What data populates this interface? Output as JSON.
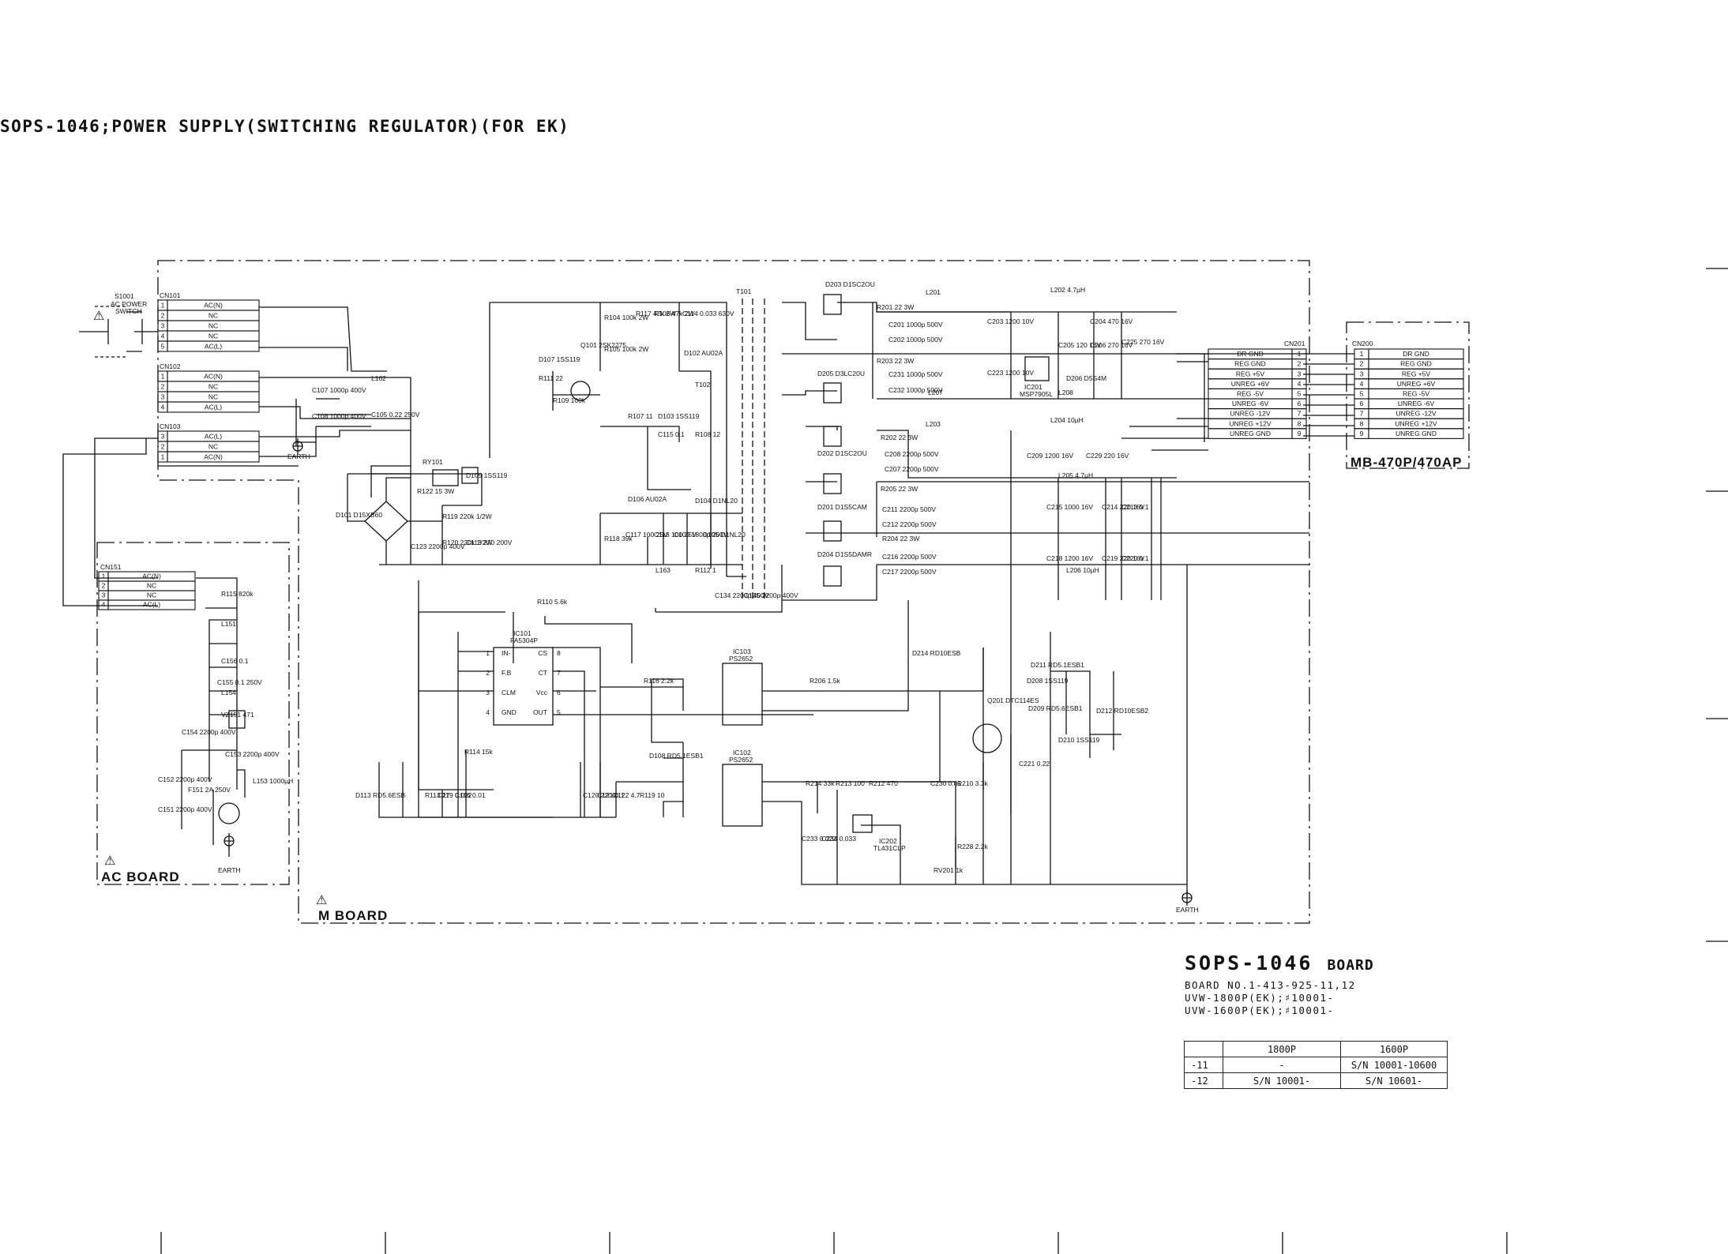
{
  "page": {
    "title": "SOPS-1046;POWER SUPPLY(SWITCHING REGULATOR)(FOR EK)"
  },
  "boards": {
    "m_board": "M BOARD",
    "ac_board": "AC BOARD",
    "mb_board": "MB-470P/470AP"
  },
  "switch": {
    "ref": "S1001",
    "line1": "AC POWER",
    "line2": "SWITCH"
  },
  "earth_label": "EARTH",
  "connectors": {
    "cn101": {
      "name": "CN101",
      "pins": [
        {
          "n": "1",
          "sig": "AC(N)"
        },
        {
          "n": "2",
          "sig": "NC"
        },
        {
          "n": "3",
          "sig": "NC"
        },
        {
          "n": "4",
          "sig": "NC"
        },
        {
          "n": "5",
          "sig": "AC(L)"
        }
      ]
    },
    "cn102": {
      "name": "CN102",
      "pins": [
        {
          "n": "1",
          "sig": "AC(N)"
        },
        {
          "n": "2",
          "sig": "NC"
        },
        {
          "n": "3",
          "sig": "NC"
        },
        {
          "n": "4",
          "sig": "AC(L)"
        }
      ]
    },
    "cn103": {
      "name": "CN103",
      "pins": [
        {
          "n": "3",
          "sig": "AC(L)"
        },
        {
          "n": "2",
          "sig": "NC"
        },
        {
          "n": "1",
          "sig": "AC(N)"
        }
      ]
    },
    "cn151": {
      "name": "CN151",
      "pins": [
        {
          "n": "1",
          "sig": "AC(N)"
        },
        {
          "n": "2",
          "sig": "NC"
        },
        {
          "n": "3",
          "sig": "NC"
        },
        {
          "n": "4",
          "sig": "AC(L)"
        }
      ]
    },
    "cn201": {
      "name": "CN201",
      "pins": [
        {
          "n": "1",
          "sig": "DR GND"
        },
        {
          "n": "2",
          "sig": "REG GND"
        },
        {
          "n": "3",
          "sig": "REG +5V"
        },
        {
          "n": "4",
          "sig": "UNREG +6V"
        },
        {
          "n": "5",
          "sig": "REG -5V"
        },
        {
          "n": "6",
          "sig": "UNREG -6V"
        },
        {
          "n": "7",
          "sig": "UNREG -12V"
        },
        {
          "n": "8",
          "sig": "UNREG +12V"
        },
        {
          "n": "9",
          "sig": "UNREG GND"
        }
      ]
    },
    "cn200": {
      "name": "CN200",
      "pins": [
        {
          "n": "1",
          "sig": "DR GND"
        },
        {
          "n": "2",
          "sig": "REG GND"
        },
        {
          "n": "3",
          "sig": "REG +5V"
        },
        {
          "n": "4",
          "sig": "UNREG +6V"
        },
        {
          "n": "5",
          "sig": "REG -5V"
        },
        {
          "n": "6",
          "sig": "UNREG -6V"
        },
        {
          "n": "7",
          "sig": "UNREG -12V"
        },
        {
          "n": "8",
          "sig": "UNREG +12V"
        },
        {
          "n": "9",
          "sig": "UNREG GND"
        }
      ]
    }
  },
  "ics": {
    "ic101": {
      "ref": "IC101",
      "part": "FA5304P",
      "left_pins": [
        {
          "n": "1",
          "sig": "IN-"
        },
        {
          "n": "2",
          "sig": "F.B"
        },
        {
          "n": "3",
          "sig": "CLM"
        },
        {
          "n": "4",
          "sig": "GND"
        }
      ],
      "right_pins": [
        {
          "n": "8",
          "sig": "CS"
        },
        {
          "n": "7",
          "sig": "CT"
        },
        {
          "n": "6",
          "sig": "Vcc"
        },
        {
          "n": "5",
          "sig": "OUT"
        }
      ]
    },
    "ic103": {
      "ref": "IC103",
      "part": "PS2652"
    },
    "ic102": {
      "ref": "IC102",
      "part": "PS2652"
    },
    "ic201": {
      "ref": "IC201",
      "part": "MSP7905L"
    },
    "ic202": {
      "ref": "IC202",
      "part": "TL431CLP"
    }
  },
  "components": [
    {
      "t": "L162"
    },
    {
      "t": "C107 1000p 400V"
    },
    {
      "t": "C108 1000p 400V"
    },
    {
      "t": "C105 0.22 250V"
    },
    {
      "t": "RY101"
    },
    {
      "t": "R122 15 3W"
    },
    {
      "t": "D109 1SS119"
    },
    {
      "t": "D101 D15XB60"
    },
    {
      "t": "C123 2200p 400V"
    },
    {
      "t": "R119 220k 1/2W"
    },
    {
      "t": "R120 220k 1/2W"
    },
    {
      "t": "C113 270 200V"
    },
    {
      "t": "D107 1SS119"
    },
    {
      "t": "R111 22"
    },
    {
      "t": "R109 100k"
    },
    {
      "t": "Q101 2SK2275"
    },
    {
      "t": "R104 100k 2W"
    },
    {
      "t": "R105 100k 2W"
    },
    {
      "t": "R117 47k 2W"
    },
    {
      "t": "R106 47k 2W"
    },
    {
      "t": "C114 0.033 630V"
    },
    {
      "t": "D102 AU02A"
    },
    {
      "t": "T101"
    },
    {
      "t": "T102"
    },
    {
      "t": "R107 11"
    },
    {
      "t": "D103 1SS119"
    },
    {
      "t": "C115 0.1"
    },
    {
      "t": "R108 12"
    },
    {
      "t": "D106 AU02A"
    },
    {
      "t": "D104 D1NL20"
    },
    {
      "t": "D105 D1NL20"
    },
    {
      "t": "R118 39k"
    },
    {
      "t": "C117 100 25V"
    },
    {
      "t": "C118 100 25V"
    },
    {
      "t": "C109 1800p 200V"
    },
    {
      "t": "L163"
    },
    {
      "t": "R112 1"
    },
    {
      "t": "R110 5.6k"
    },
    {
      "t": "C134 2200p 400V"
    },
    {
      "t": "C135 2200p 400V"
    },
    {
      "t": "D203 D1SC2OU"
    },
    {
      "t": "R201 22 3W"
    },
    {
      "t": "C201 1000p 500V"
    },
    {
      "t": "C202 1000p 500V"
    },
    {
      "t": "D205 D3LC20U"
    },
    {
      "t": "R203 22 3W"
    },
    {
      "t": "C231 1000p 500V"
    },
    {
      "t": "C232 1000p 500V"
    },
    {
      "t": "L201"
    },
    {
      "t": "L207"
    },
    {
      "t": "C203 1200 10V"
    },
    {
      "t": "C223 1200 10V"
    },
    {
      "t": "L202 4.7µH"
    },
    {
      "t": "C204 470 16V"
    },
    {
      "t": "C205 120 16V"
    },
    {
      "t": "C206 270 16V"
    },
    {
      "t": "C225 270 16V"
    },
    {
      "t": "D206 D5S4M"
    },
    {
      "t": "L208"
    },
    {
      "t": "L203"
    },
    {
      "t": "R202 22 3W"
    },
    {
      "t": "C208 2200p 500V"
    },
    {
      "t": "C207 2200p 500V"
    },
    {
      "t": "D202 D1SC2OU"
    },
    {
      "t": "D201 D1S5CAM"
    },
    {
      "t": "R205 22 3W"
    },
    {
      "t": "C211 2200p 500V"
    },
    {
      "t": "C212 2200p 500V"
    },
    {
      "t": "D204 D1S5DAMR"
    },
    {
      "t": "R204 22 3W"
    },
    {
      "t": "C216 2200p 500V"
    },
    {
      "t": "C217 2200p 500V"
    },
    {
      "t": "L204 10µH"
    },
    {
      "t": "C209 1200 16V"
    },
    {
      "t": "C229 220 16V"
    },
    {
      "t": "L205 4.7µH"
    },
    {
      "t": "C215 1000 16V"
    },
    {
      "t": "C214 220 16V"
    },
    {
      "t": "C213 0.1"
    },
    {
      "t": "C218 1200 16V"
    },
    {
      "t": "C219 220 16V"
    },
    {
      "t": "C220 0.1"
    },
    {
      "t": "L206 10µH"
    },
    {
      "t": "R115 820k"
    },
    {
      "t": "L151"
    },
    {
      "t": "C156 0.1"
    },
    {
      "t": "C155 0.1 250V"
    },
    {
      "t": "L154"
    },
    {
      "t": "VZ151 471"
    },
    {
      "t": "C154 2200p 400V"
    },
    {
      "t": "C153 2200p 400V"
    },
    {
      "t": "C152 2200p 400V"
    },
    {
      "t": "F151 2A 250V"
    },
    {
      "t": "L153 1000µH"
    },
    {
      "t": "C151 2200p 400V"
    },
    {
      "t": "R116 2.2k"
    },
    {
      "t": "R206 1.5k"
    },
    {
      "t": "D214 RD10ESB"
    },
    {
      "t": "D211 RD5.1ESB1"
    },
    {
      "t": "D208 1SS119"
    },
    {
      "t": "D209 RD5.6ESB1"
    },
    {
      "t": "Q201 DTC114ES"
    },
    {
      "t": "D212 RD10ESB2"
    },
    {
      "t": "D210 1SS119"
    },
    {
      "t": "C221 0.22"
    },
    {
      "t": "R114 15k"
    },
    {
      "t": "D108 RD5.1ESB1"
    },
    {
      "t": "D113 RD5.6ESB"
    },
    {
      "t": "R113 27"
    },
    {
      "t": "C119 0.022"
    },
    {
      "t": "C116 0.01"
    },
    {
      "t": "C120 2200"
    },
    {
      "t": "C121 0.1"
    },
    {
      "t": "C122 4.7"
    },
    {
      "t": "R119 10"
    },
    {
      "t": "R214 33k"
    },
    {
      "t": "R213 100"
    },
    {
      "t": "R212 470"
    },
    {
      "t": "C230 0.01"
    },
    {
      "t": "R210 3.3k"
    },
    {
      "t": "C233 0.022"
    },
    {
      "t": "C234 0.033"
    },
    {
      "t": "R228 2.2k"
    },
    {
      "t": "RV201 1k"
    }
  ],
  "board_block": {
    "title": "SOPS-1046",
    "title_suffix": "BOARD",
    "board_no": "BOARD NO.1-413-925-11,12",
    "line2": "UVW-1800P(EK);♯10001-",
    "line3": "UVW-1600P(EK);♯10001-"
  },
  "serial_table": {
    "headers": [
      "",
      "1800P",
      "1600P"
    ],
    "rows": [
      [
        "-11",
        "-",
        "S/N 10001-10600"
      ],
      [
        "-12",
        "S/N 10001-",
        "S/N 10601-"
      ]
    ]
  }
}
